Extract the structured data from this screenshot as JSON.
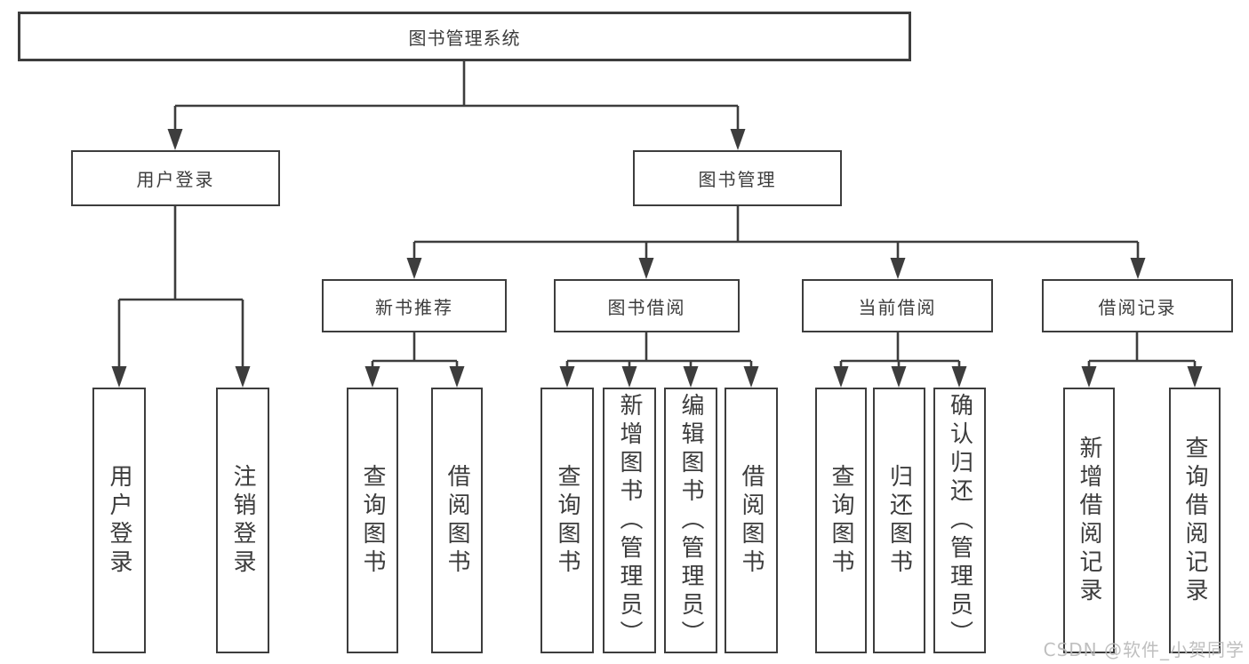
{
  "tree": {
    "label": "图书管理系统",
    "children": [
      {
        "label": "用户登录",
        "children": [
          {
            "label": "用户登录"
          },
          {
            "label": "注销登录"
          }
        ]
      },
      {
        "label": "图书管理",
        "children": [
          {
            "label": "新书推荐",
            "children": [
              {
                "label": "查询图书"
              },
              {
                "label": "借阅图书"
              }
            ]
          },
          {
            "label": "图书借阅",
            "children": [
              {
                "label": "查询图书"
              },
              {
                "label": "新增图书（管理员）"
              },
              {
                "label": "编辑图书（管理员）"
              },
              {
                "label": "借阅图书"
              }
            ]
          },
          {
            "label": "当前借阅",
            "children": [
              {
                "label": "查询图书"
              },
              {
                "label": "归还图书"
              },
              {
                "label": "确认归还（管理员）"
              }
            ]
          },
          {
            "label": "借阅记录",
            "children": [
              {
                "label": "新增借阅记录"
              },
              {
                "label": "查询借阅记录"
              }
            ]
          }
        ]
      }
    ]
  },
  "watermark": {
    "text": "CSDN @软件_小贺同学"
  },
  "colors": {
    "line": "#3d3d3d",
    "box_border": "#3d3d3d",
    "text": "#3c3c3c",
    "watermark": "#b9b9b9",
    "background": "#ffffff"
  }
}
